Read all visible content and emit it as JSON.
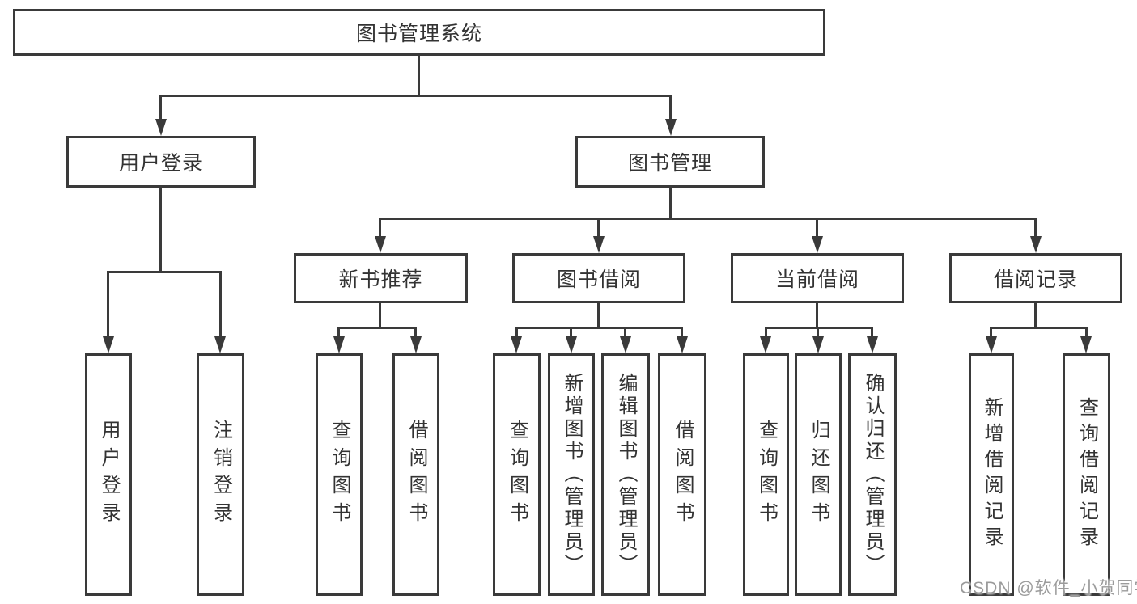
{
  "diagram_type": "hierarchy-tree",
  "tree": {
    "root": {
      "label": "图书管理系统",
      "children": [
        {
          "label": "用户登录",
          "children": [
            {
              "label": "用户登录"
            },
            {
              "label": "注销登录"
            }
          ]
        },
        {
          "label": "图书管理",
          "children": [
            {
              "label": "新书推荐",
              "children": [
                {
                  "label": "查询图书"
                },
                {
                  "label": "借阅图书"
                }
              ]
            },
            {
              "label": "图书借阅",
              "children": [
                {
                  "label": "查询图书"
                },
                {
                  "label": "新增图书（管理员）"
                },
                {
                  "label": "编辑图书（管理员）"
                },
                {
                  "label": "借阅图书"
                }
              ]
            },
            {
              "label": "当前借阅",
              "children": [
                {
                  "label": "查询图书"
                },
                {
                  "label": "归还图书"
                },
                {
                  "label": "确认归还（管理员）"
                }
              ]
            },
            {
              "label": "借阅记录",
              "children": [
                {
                  "label": "新增借阅记录"
                },
                {
                  "label": "查询借阅记录"
                }
              ]
            }
          ]
        }
      ]
    }
  },
  "watermark": {
    "text": "CSDN @软件_小贺同学"
  },
  "colors": {
    "line": "#3a3a3a",
    "text": "#333333",
    "background": "#ffffff",
    "watermark": "#9b9b9b"
  }
}
